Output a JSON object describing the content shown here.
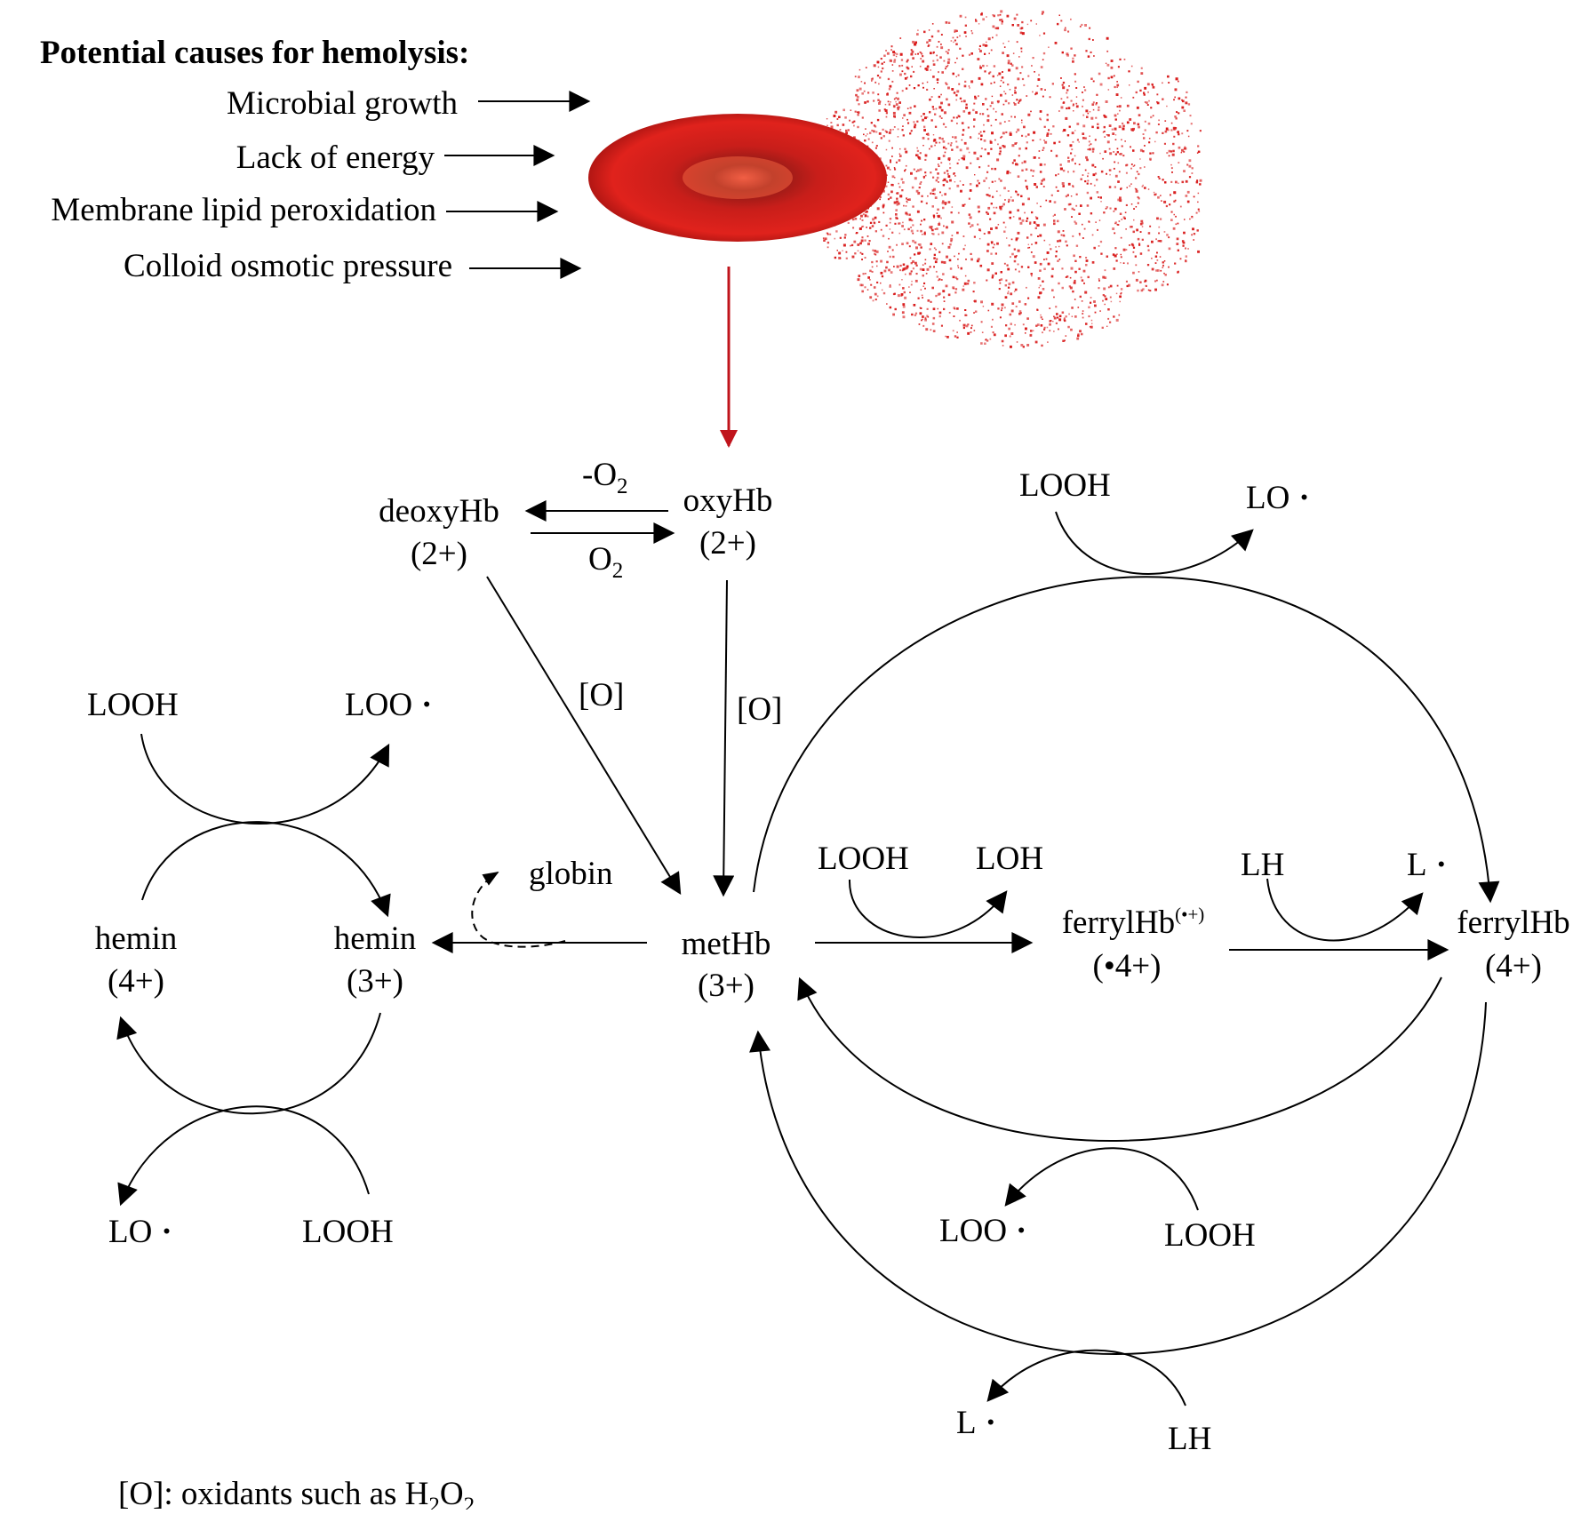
{
  "causes": {
    "title": "Potential causes for hemolysis:",
    "items": [
      "Microbial growth",
      "Lack of energy",
      "Membrane lipid peroxidation",
      "Colloid osmotic pressure"
    ]
  },
  "labels": {
    "deoxyhb": "deoxyHb",
    "deoxyhb_charge": "(2+)",
    "oxyhb": "oxyHb",
    "oxyhb_charge": "(2+)",
    "minus_o": "-O",
    "o": "O",
    "two": "2",
    "oxidant": "[O]",
    "methb": "metHb",
    "methb_charge": "(3+)",
    "globin": "globin",
    "hemin": "hemin",
    "hemin4_charge": "(4+)",
    "hemin3_charge": "(3+)",
    "ferrylhb_radical": "ferrylHb",
    "ferrylhb_radical_sup": "(•+)",
    "ferrylhb_radical_charge": "(•4+)",
    "ferrylhb": "ferrylHb",
    "ferrylhb_charge": "(4+)",
    "looh": "LOOH",
    "lo": "LO",
    "loo": "LOO",
    "loh": "LOH",
    "lh": "LH",
    "l": "L",
    "radical_dot": "·"
  },
  "footnote": {
    "text": "[O]: oxidants such as H",
    "two": "2",
    "o": "O"
  },
  "colors": {
    "cell": "#d42020",
    "cell_dark": "#7a1212",
    "debris": "#d81818",
    "red_arrow": "#c0141c",
    "ink": "#000000"
  }
}
